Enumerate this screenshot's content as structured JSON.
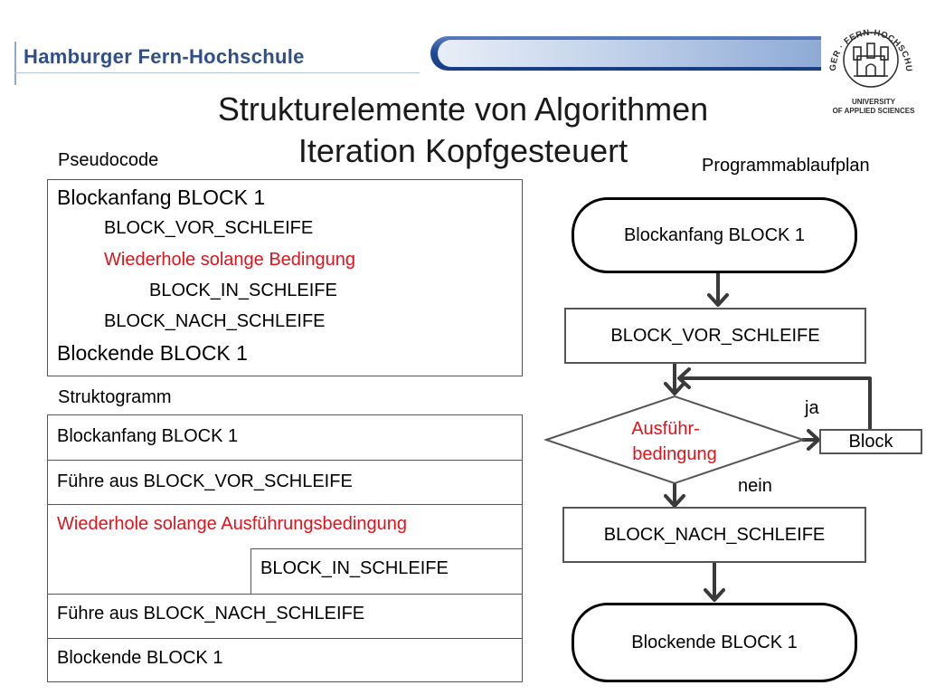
{
  "header": {
    "school_name": "Hamburger Fern-Hochschule",
    "seal_text": "HAMBURGER · FERN-HOCHSCHULE · HFH",
    "university_line1": "UNIVERSITY",
    "university_line2": "OF APPLIED SCIENCES"
  },
  "title": {
    "line1": "Strukturelemente von Algorithmen",
    "line2": "Iteration Kopfgesteuert"
  },
  "pseudocode": {
    "heading": "Pseudocode",
    "lines": [
      "Blockanfang BLOCK 1",
      "BLOCK_VOR_SCHLEIFE",
      "Wiederhole solange Bedingung",
      "BLOCK_IN_SCHLEIFE",
      "BLOCK_NACH_SCHLEIFE",
      "Blockende BLOCK 1"
    ]
  },
  "struktogramm": {
    "heading": "Struktogramm",
    "rows": [
      "Blockanfang BLOCK 1",
      "Führe aus BLOCK_VOR_SCHLEIFE",
      "Wiederhole solange Ausführungsbedingung",
      "BLOCK_IN_SCHLEIFE",
      "Führe aus BLOCK_NACH_SCHLEIFE",
      "Blockende BLOCK 1"
    ]
  },
  "flowchart": {
    "heading": "Programmablaufplan",
    "start": "Blockanfang BLOCK 1",
    "before": "BLOCK_VOR_SCHLEIFE",
    "condition_line1": "Ausführ-",
    "condition_line2": "bedingung",
    "yes": "ja",
    "no": "nein",
    "loop_block": "Block",
    "after": "BLOCK_NACH_SCHLEIFE",
    "end": "Blockende BLOCK 1"
  },
  "colors": {
    "highlight": "#e0121a",
    "brand_blue": "#2f4f86"
  }
}
